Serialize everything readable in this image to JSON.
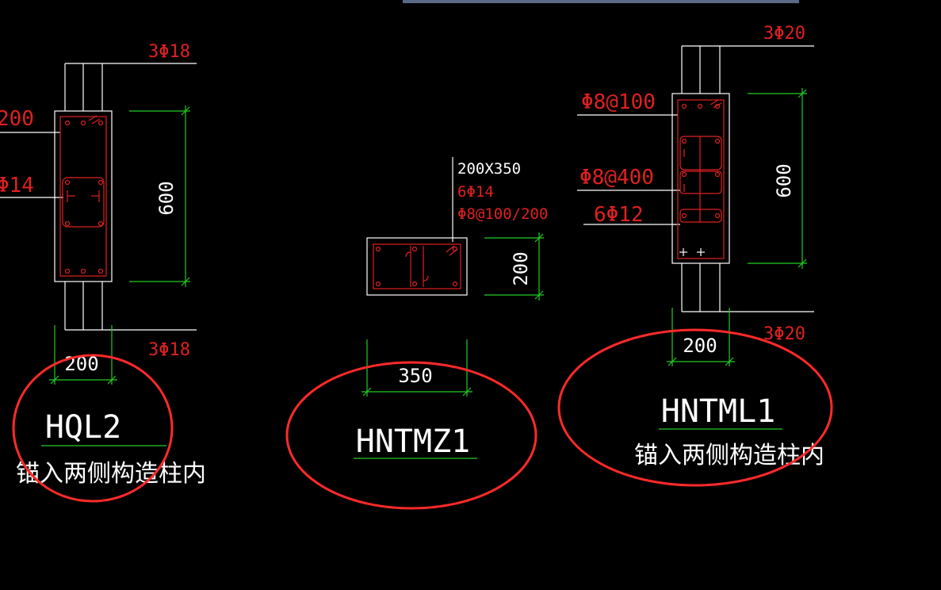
{
  "colors": {
    "background": "#000000",
    "outline": "#ffffff",
    "rebar": "#e02020",
    "dimension": "#22cc22",
    "annotation_text": "#e02020",
    "label_text": "#ffffff",
    "highlight_ellipse": "#ff2a2a",
    "top_bar": "#5a6a86"
  },
  "left_detail": {
    "top_rebar": "3Φ18",
    "stirrup": "200",
    "side_rebar": "Φ14",
    "height_dim": "600",
    "bottom_rebar": "3Φ18",
    "width_dim": "200",
    "label": "HQL2",
    "note": "锚入两侧构造柱内"
  },
  "middle_detail": {
    "size": "200X350",
    "main_rebar": "6Φ14",
    "stirrup": "Φ8@100/200",
    "height_dim": "200",
    "width_dim": "350",
    "label": "HNTMZ1"
  },
  "right_detail": {
    "top_rebar": "3Φ20",
    "stirrup_1": "Φ8@100",
    "stirrup_2": "Φ8@400",
    "side_rebar": "6Φ12",
    "height_dim": "600",
    "bottom_rebar": "3Φ20",
    "width_dim": "200",
    "label": "HNTML1",
    "note": "锚入两侧构造柱内"
  }
}
